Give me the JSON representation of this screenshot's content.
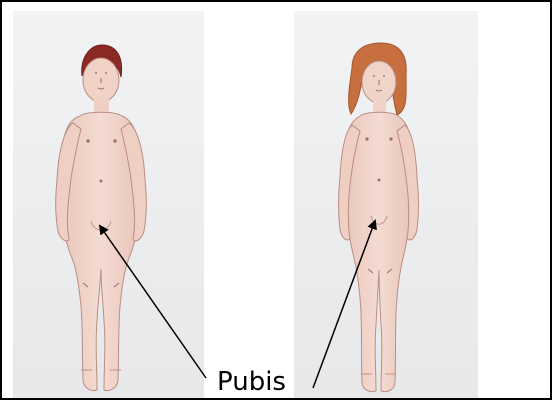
{
  "diagram": {
    "label": "Pubis",
    "figures": [
      {
        "id": "boy",
        "hair_color": "#8b2a24",
        "skin_color": "#f0d3c9"
      },
      {
        "id": "girl",
        "hair_color": "#c76f3f",
        "skin_color": "#f1d4c8"
      }
    ],
    "colors": {
      "panel_background": "#eef0f1",
      "line": "#000000",
      "mark": "#8d6f6f"
    }
  }
}
